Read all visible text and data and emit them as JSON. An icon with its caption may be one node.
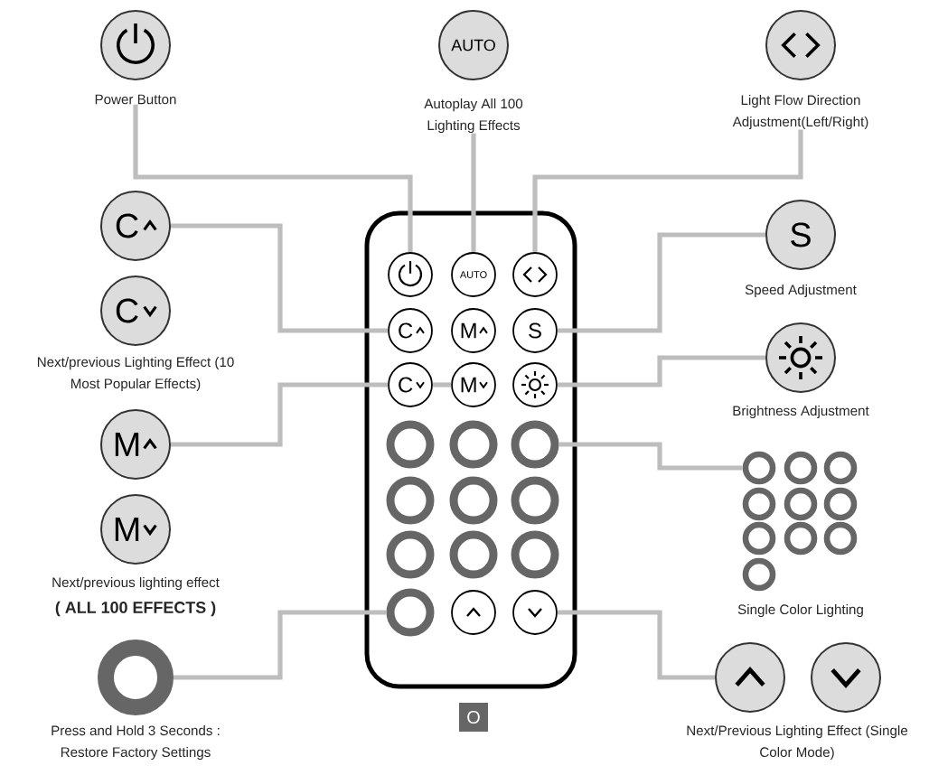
{
  "diagram": {
    "nodes": [
      {
        "text": [],
        "shape": "box"
      },
      {
        "text": [],
        "shape": "circle",
        "in": 0
      },
      {
        "text": [
          "AUTO"
        ],
        "in": 0
      },
      {
        "text": [],
        "shape": "circle",
        "in": 0
      },
      {
        "text": [
          "C"
        ],
        "in": 0
      },
      {
        "text": [
          "M"
        ],
        "in": 0
      },
      {
        "text": [
          "S"
        ],
        "in": 0
      },
      {
        "text": [
          "C"
        ],
        "in": 0
      },
      {
        "text": [
          "M"
        ],
        "in": 0
      },
      {
        "text": [],
        "shape": "circle",
        "in": 0
      },
      {
        "text": [],
        "shape": "circle",
        "in": 0
      },
      {
        "text": [],
        "shape": "circle",
        "in": 0
      },
      {
        "text": [],
        "shape": "circle",
        "in": 0
      },
      {
        "text": [],
        "shape": "circle",
        "in": 0
      },
      {
        "text": [],
        "shape": "circle",
        "in": 0
      },
      {
        "text": [],
        "shape": "circle",
        "in": 0
      },
      {
        "text": [],
        "shape": "circle",
        "in": 0
      },
      {
        "text": [],
        "shape": "circle",
        "in": 0
      },
      {
        "text": [],
        "shape": "circle",
        "in": 0
      },
      {
        "text": [],
        "shape": "circle",
        "in": 0
      },
      {
        "text": [],
        "shape": "circle",
        "in": 0
      },
      {
        "text": [],
        "shape": "circle",
        "in": 0
      },
      {
        "text": [
          "O"
        ]
      },
      {
        "text": [],
        "shape": "circle",
        "beside": [
          "Power Button"
        ]
      },
      {
        "text": [
          "AUTO"
        ],
        "beside": [
          "Autoplay All 100 Lighting Effects"
        ]
      },
      {
        "text": [],
        "shape": "circle",
        "beside": [
          "Light Flow Direction Adjustment(Left/Right)"
        ]
      },
      {
        "text": [
          "C"
        ]
      },
      {
        "text": [
          "C"
        ],
        "beside": [
          "Next/previous Lighting Effect (10 Most Popular Effects)"
        ]
      },
      {
        "text": [
          "M"
        ]
      },
      {
        "text": [
          "M"
        ],
        "beside": [
          "Next/previous lighting effect",
          "( ALL 100 EFFECTS )"
        ]
      },
      {
        "text": [
          "S"
        ],
        "beside": [
          "Speed Adjustment"
        ]
      },
      {
        "text": [],
        "shape": "circle",
        "beside": [
          "Brightness Adjustment"
        ]
      },
      {
        "text": [],
        "shape": "circle"
      },
      {
        "text": [],
        "shape": "circle"
      },
      {
        "text": [],
        "shape": "circle"
      },
      {
        "text": [],
        "shape": "circle"
      },
      {
        "text": [],
        "shape": "circle"
      },
      {
        "text": [],
        "shape": "circle"
      },
      {
        "text": [],
        "shape": "circle"
      },
      {
        "text": [],
        "shape": "circle"
      },
      {
        "text": [],
        "shape": "circle"
      },
      {
        "text": [],
        "shape": "circle"
      },
      {
        "text": [],
        "shape": "circle",
        "beside": [
          "Press and Hold 3 Seconds : Restore Factory Settings"
        ]
      },
      {
        "text": [],
        "shape": "circle",
        "beside": [
          "Next/Previous Lighting Effect (Single Color Mode)"
        ]
      },
      {
        "text": [],
        "shape": "circle"
      }
    ],
    "edges": [
      {
        "from": 23,
        "to": 1,
        "arrow": "none"
      },
      {
        "from": 24,
        "to": 2,
        "arrow": "none"
      },
      {
        "from": 25,
        "to": 3,
        "arrow": "none"
      },
      {
        "from": 26,
        "to": 4,
        "arrow": "none"
      },
      {
        "from": 28,
        "to": 7,
        "arrow": "none"
      },
      {
        "from": 7,
        "to": 8,
        "arrow": "none"
      },
      {
        "from": 30,
        "to": 6,
        "arrow": "none"
      },
      {
        "from": 31,
        "to": 9,
        "arrow": "none"
      },
      {
        "from": 12,
        "to": 32,
        "arrow": "none"
      },
      {
        "from": 42,
        "to": 19,
        "arrow": "none"
      },
      {
        "from": 21,
        "to": 43,
        "arrow": "none"
      }
    ],
    "labels": [
      "Single Color Lighting"
    ]
  }
}
